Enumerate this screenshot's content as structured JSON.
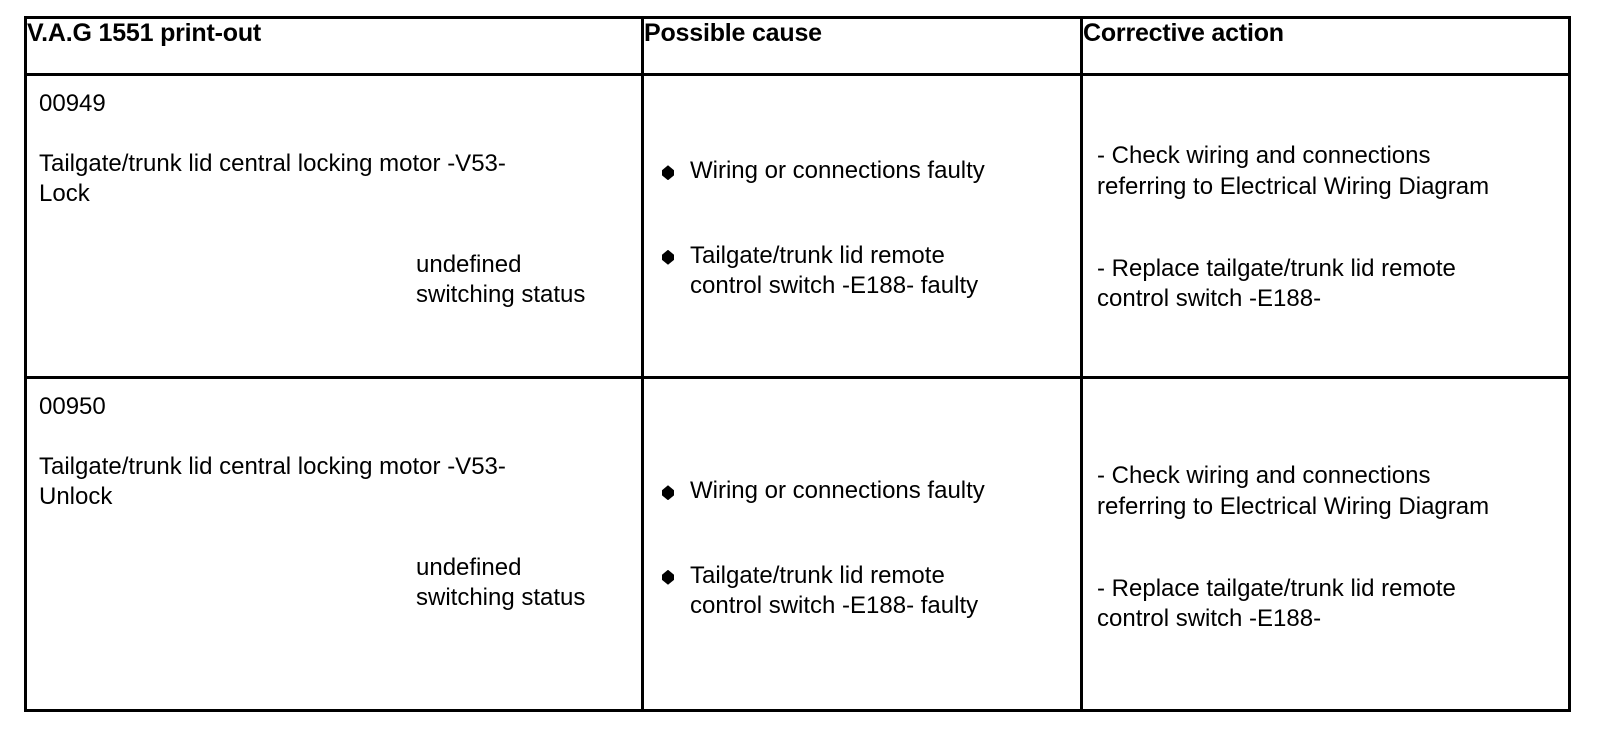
{
  "table": {
    "headers": [
      {
        "label": "V.A.G 1551 print-out"
      },
      {
        "label": "Possible cause"
      },
      {
        "label": "Corrective action"
      }
    ],
    "rows": [
      {
        "code": "00949",
        "device": "Tailgate/trunk lid central locking motor -V53-",
        "device_line2": "Lock",
        "status_line1": "undefined",
        "status_line2": "switching status",
        "causes": [
          {
            "bullet": "diamond-bullet-icon",
            "line1": "Wiring or connections faulty",
            "line2": ""
          },
          {
            "bullet": "diamond-bullet-icon",
            "line1": "Tailgate/trunk lid remote",
            "line2": "control switch -E188- faulty"
          }
        ],
        "actions": [
          {
            "line1": "- Check wiring and connections",
            "line2": "referring to Electrical Wiring Diagram"
          },
          {
            "line1": "- Replace tailgate/trunk lid remote",
            "line2": "control switch -E188-"
          }
        ]
      },
      {
        "code": "00950",
        "device": "Tailgate/trunk lid central locking motor -V53-",
        "device_line2": "Unlock",
        "status_line1": "undefined",
        "status_line2": "switching status",
        "causes": [
          {
            "bullet": "diamond-bullet-icon",
            "line1": "Wiring or connections faulty",
            "line2": ""
          },
          {
            "bullet": "diamond-bullet-icon",
            "line1": "Tailgate/trunk lid remote",
            "line2": "control switch -E188- faulty"
          }
        ],
        "actions": [
          {
            "line1": "- Check wiring and connections",
            "line2": "referring to Electrical Wiring Diagram"
          },
          {
            "line1": "- Replace tailgate/trunk lid remote",
            "line2": "control switch -E188-"
          }
        ]
      }
    ]
  },
  "colors": {
    "border": "#000000",
    "text": "#000000",
    "background": "#ffffff"
  }
}
